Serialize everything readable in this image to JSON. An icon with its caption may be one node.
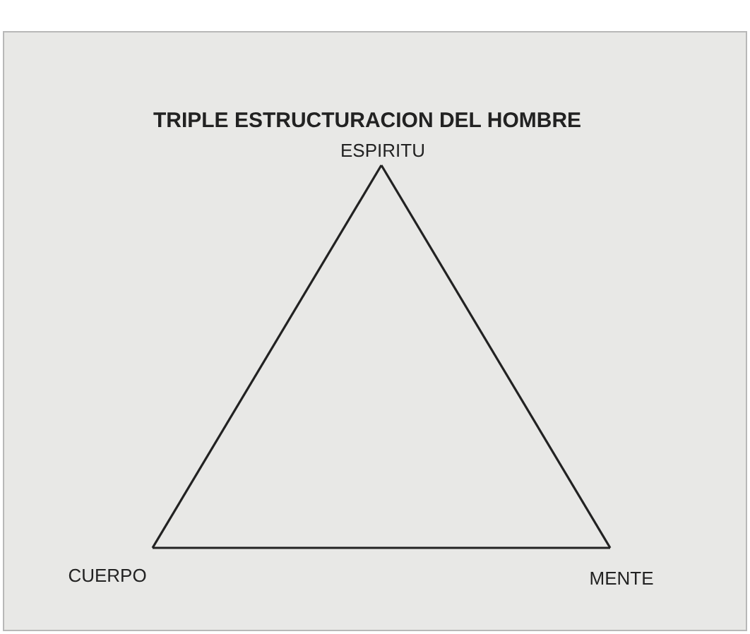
{
  "diagram": {
    "title": "TRIPLE ESTRUCTURACION DEL HOMBRE",
    "nodes": [
      {
        "text": [
          "ESPIRITU"
        ]
      },
      {
        "text": [
          "CUERPO"
        ]
      },
      {
        "text": [
          "MENTE"
        ]
      }
    ],
    "edges": [
      {
        "from": 0,
        "to": 1,
        "arrow": "none"
      },
      {
        "from": 1,
        "to": 2,
        "arrow": "none"
      },
      {
        "from": 2,
        "to": 0,
        "arrow": "none"
      }
    ]
  }
}
